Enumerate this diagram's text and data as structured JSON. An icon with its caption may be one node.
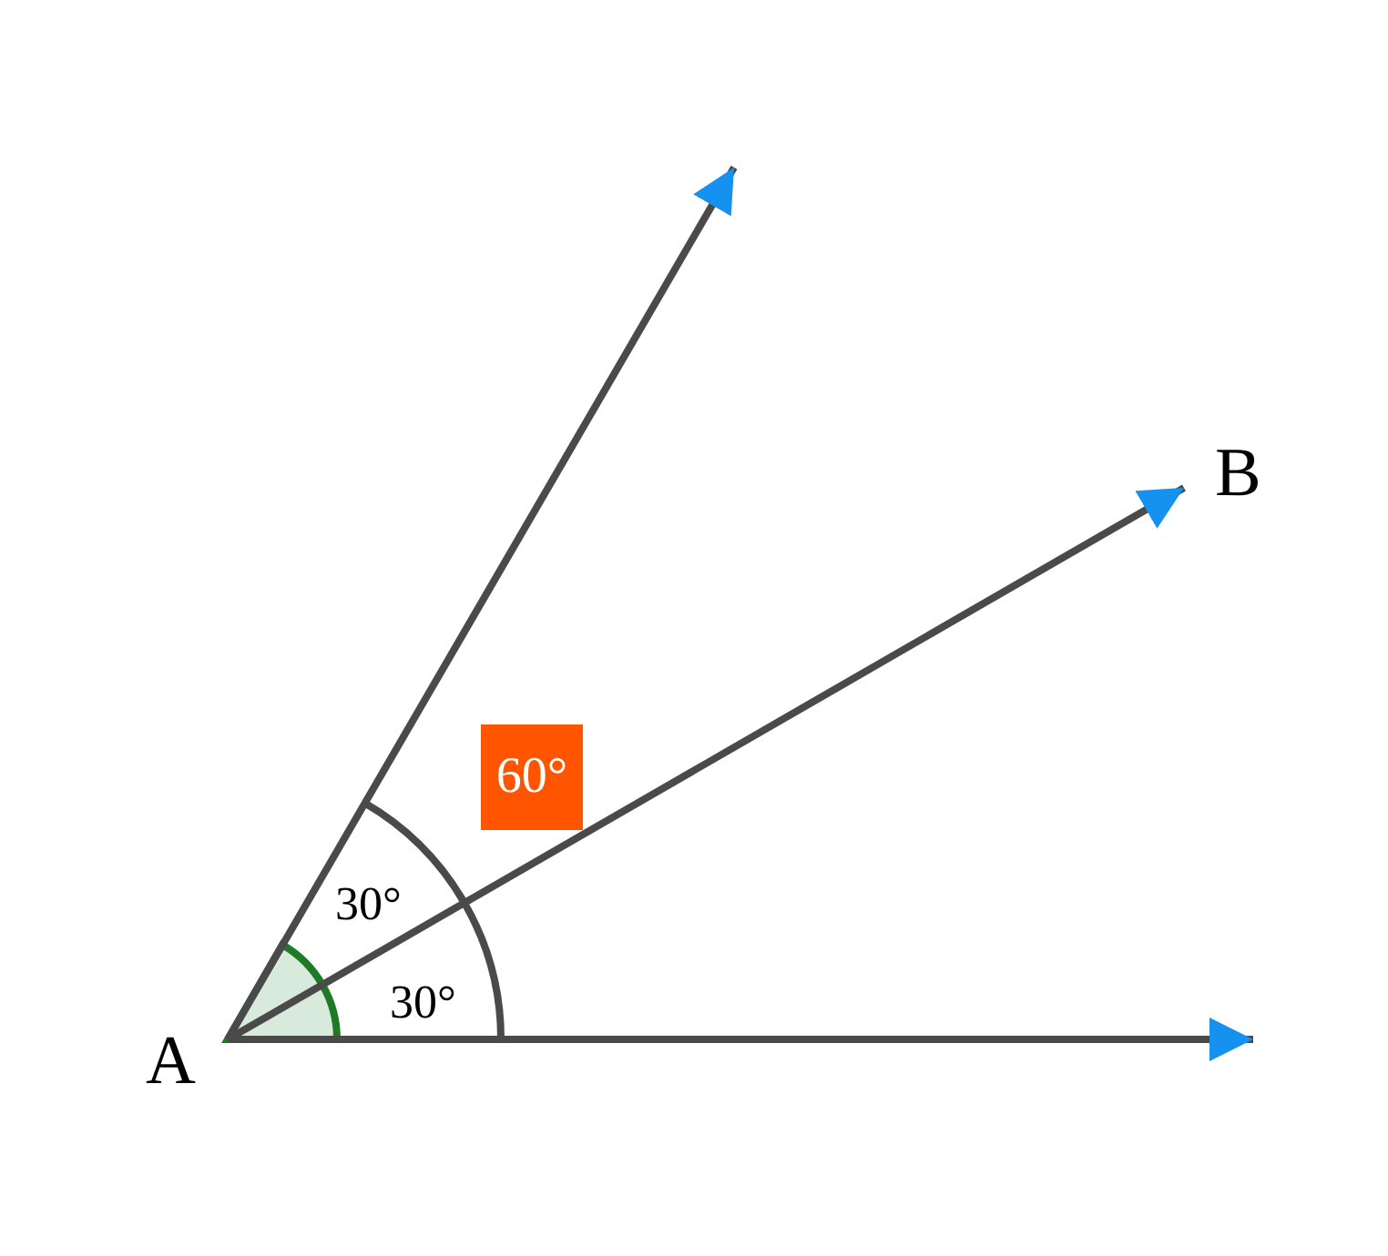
{
  "diagram": {
    "nodes": [
      {
        "text": [
          "A"
        ]
      },
      {
        "text": [
          "B"
        ]
      },
      {
        "text": [
          "60°"
        ]
      }
    ],
    "edges": [
      {
        "from": 0,
        "to": null,
        "arrow": "to"
      },
      {
        "from": 0,
        "to": 1,
        "arrow": "to"
      },
      {
        "from": 0,
        "to": null,
        "arrow": "to"
      }
    ],
    "labels": [
      "30°",
      "30°"
    ]
  }
}
